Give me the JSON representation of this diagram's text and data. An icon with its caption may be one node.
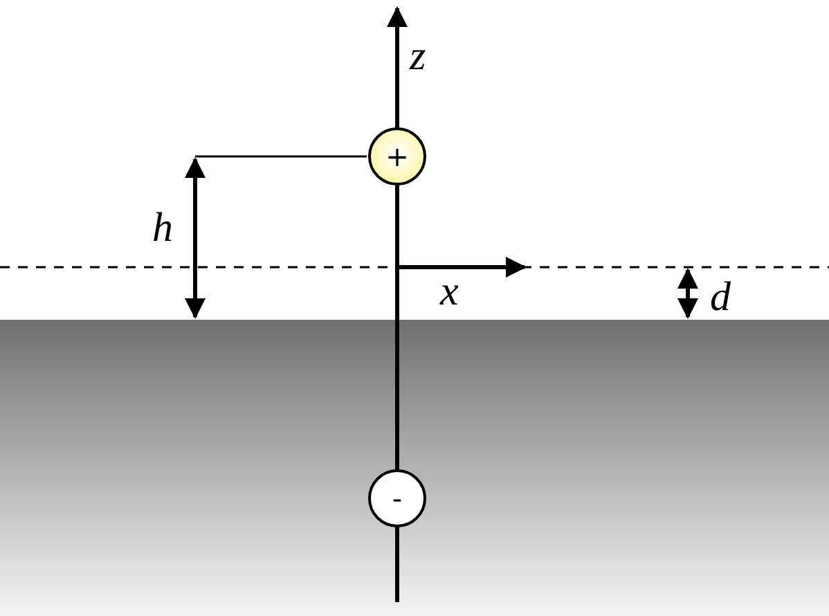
{
  "diagram": {
    "nodes": [
      {
        "text": [
          "+"
        ]
      },
      {
        "text": [
          "-"
        ]
      }
    ],
    "labels": [
      "z",
      "h",
      "x",
      "d"
    ]
  }
}
